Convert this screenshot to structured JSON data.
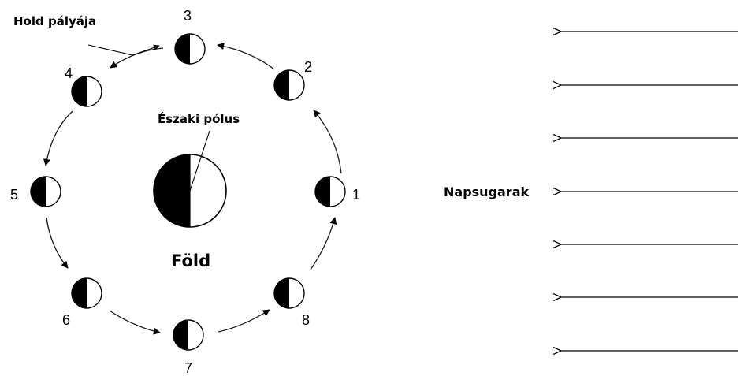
{
  "labels": {
    "orbit": "Hold pályája",
    "north_pole": "Északi pólus",
    "earth": "Föld",
    "sun_rays": "Napsugarak"
  },
  "moon_positions": [
    {
      "number": "1"
    },
    {
      "number": "2"
    },
    {
      "number": "3"
    },
    {
      "number": "4"
    },
    {
      "number": "5"
    },
    {
      "number": "6"
    },
    {
      "number": "7"
    },
    {
      "number": "8"
    }
  ],
  "colors": {
    "dark": "#000000",
    "light": "#ffffff",
    "line": "#1a1a1a"
  }
}
